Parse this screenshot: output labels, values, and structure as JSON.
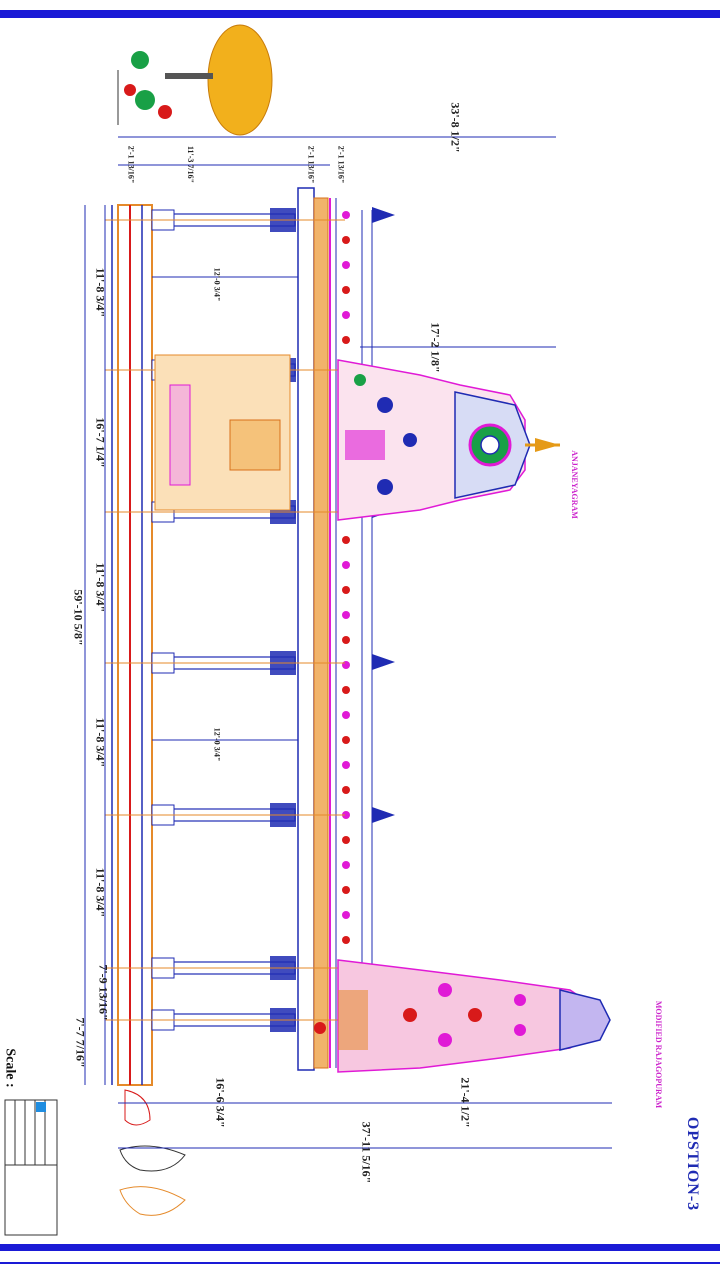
{
  "sheet": {
    "title": "OPSTION-3",
    "scale_label": "Scale :",
    "tower_label_left": "ANJANEYAGRAM",
    "tower_label_right": "MODIFIED RAJAGOPURAM",
    "colors": {
      "frame": "#1a1ad6",
      "outline": "#1f2bb3",
      "accent": "#e01ad6",
      "gold": "#e59a17",
      "red": "#d81a1a"
    }
  },
  "dimensions": {
    "total_height": "33'-8 1/2\"",
    "top_col_a": "2'-1 13/16\"",
    "top_col_b": "11'-3 7/16\"",
    "top_col_c": "2'-1 13/16\"",
    "top_col_d": "2'-1 13/16\"",
    "bay_1": "11'-8 3/4\"",
    "bay_2": "16'-7 1/4\"",
    "bay_3": "11'-8 3/4\"",
    "bay_4": "11'-8 3/4\"",
    "bay_5": "11'-8 3/4\"",
    "bay_6": "7'-9 13/16\"",
    "bay_7": "7'-7 7/16\"",
    "overall_length": "59'-10 5/8\"",
    "vimana_height": "17'-2 1/8\"",
    "base_height": "16'-6 3/4\"",
    "gopuram_upper": "21'-4 1/2\"",
    "gopuram_total": "37'-11 5/16\"",
    "inner_bay_1": "12'-0 3/4\"",
    "inner_bay_2": "12'-0 3/4\""
  }
}
